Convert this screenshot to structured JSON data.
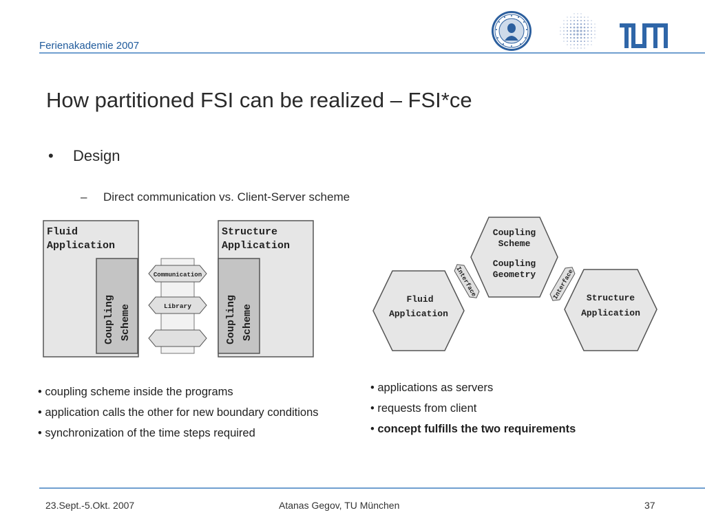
{
  "header": {
    "event": "Ferienakademie 2007"
  },
  "slide": {
    "title": "How partitioned FSI can be realized – FSI*ce",
    "bullet_mark": "•",
    "bullet": "Design",
    "sub_mark": "–",
    "sub_bullet": "Direct communication vs. Client-Server scheme"
  },
  "left_diagram": {
    "fluid_box": [
      "Fluid",
      "Application"
    ],
    "structure_box": [
      "Structure",
      "Application"
    ],
    "coupling_label": [
      "Coupling",
      "Scheme"
    ],
    "connectors": [
      "Communication",
      "Library"
    ]
  },
  "right_diagram": {
    "center_hex": [
      "Coupling",
      "Scheme",
      "Coupling",
      "Geometry"
    ],
    "left_hex": [
      "Fluid",
      "Application"
    ],
    "right_hex": [
      "Structure",
      "Application"
    ],
    "interface_label": "Interface"
  },
  "left_points": [
    "• coupling scheme inside the programs",
    "• application calls the other for new boundary conditions",
    "• synchronization of the time steps required"
  ],
  "right_points": [
    "• applications as servers",
    "• requests from client"
  ],
  "right_bold_point": {
    "mark": "• ",
    "text": "concept fulfills the two requirements"
  },
  "footer": {
    "date": "23.Sept.-5.Okt. 2007",
    "author": "Atanas Gegov, TU München",
    "page": "37"
  },
  "logos": {
    "seal_text": "SIGILLUM UNIVERSITATIS",
    "tum": "TUM"
  },
  "colors": {
    "accent_blue": "#1f5a9b",
    "rule_blue": "#6f9fcf",
    "diagram_gray": "#d8d8d8",
    "diagram_dark": "#c0c0c0"
  }
}
